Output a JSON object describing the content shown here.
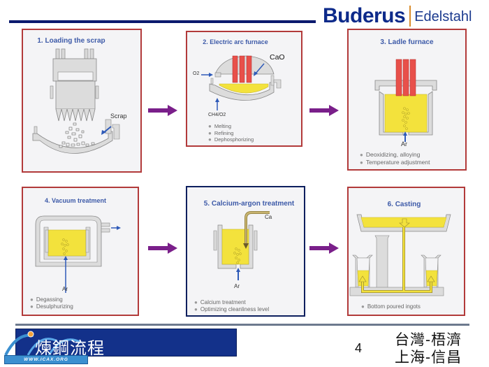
{
  "header": {
    "brand_main": "Buderus",
    "brand_sub": "Edelstahl"
  },
  "colors": {
    "panel_border_red": "#b23a3a",
    "panel_border_navy": "#0d1f5e",
    "step_arrow": "#7a1f8a",
    "title_blue": "#3d5aa8",
    "molten_steel_yellow": "#f3e23c",
    "electrode_red": "#e8504a",
    "gas_arrow_blue": "#2e5ab8"
  },
  "steps": [
    {
      "title": "1. Loading the scrap",
      "labels": [
        "Scrap"
      ],
      "bullets": []
    },
    {
      "title": "2. Electric arc furnace",
      "labels": [
        "CaO",
        "O2",
        "CH4/O2"
      ],
      "bullets": [
        "Melting",
        "Refining",
        "Dephosphorizing"
      ]
    },
    {
      "title": "3. Ladle furnace",
      "labels": [
        "Ar"
      ],
      "bullets": [
        "Deoxidizing, alloying",
        "Temperature adjustment"
      ]
    },
    {
      "title": "4. Vacuum treatment",
      "labels": [
        "Ar"
      ],
      "bullets": [
        "Degassing",
        "Desulphurizing"
      ]
    },
    {
      "title": "5. Calcium-argon treatment",
      "labels": [
        "Ca",
        "Ar"
      ],
      "bullets": [
        "Calcium treatment",
        "Optimizing cleanliness level"
      ]
    },
    {
      "title": "6. Casting",
      "labels": [],
      "bullets": [
        "Bottom poured ingots"
      ]
    }
  ],
  "footer": {
    "title": "煉鋼流程",
    "logo_url": "WWW.ICAX.ORG",
    "page_number": "4",
    "location_1": "台灣-梧濟",
    "location_2": "上海-信昌"
  }
}
